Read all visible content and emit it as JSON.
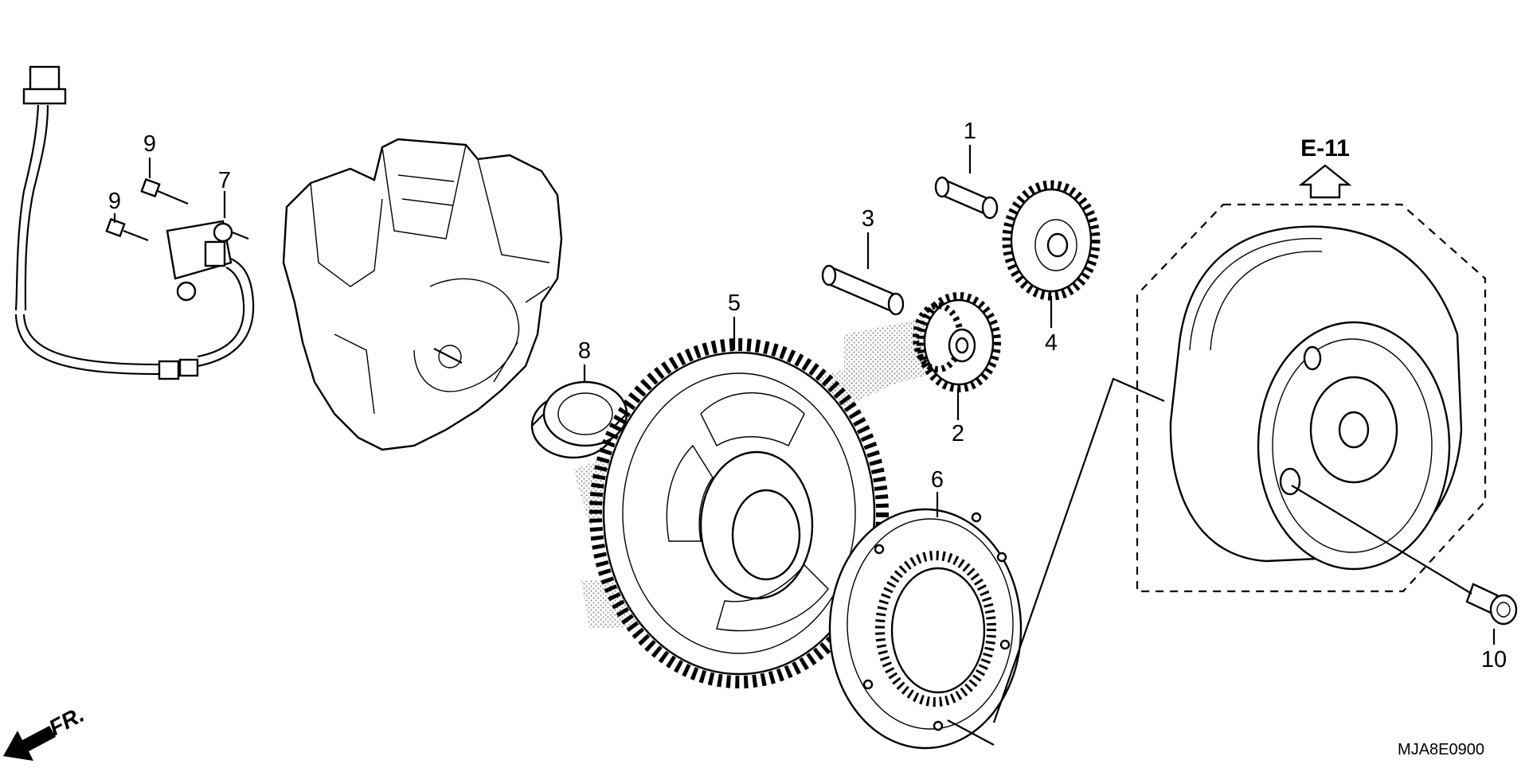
{
  "callouts": [
    {
      "id": "1",
      "label": "1"
    },
    {
      "id": "2",
      "label": "2"
    },
    {
      "id": "3",
      "label": "3"
    },
    {
      "id": "4",
      "label": "4"
    },
    {
      "id": "5",
      "label": "5"
    },
    {
      "id": "6",
      "label": "6"
    },
    {
      "id": "7",
      "label": "7"
    },
    {
      "id": "8",
      "label": "8"
    },
    {
      "id": "9a",
      "label": "9"
    },
    {
      "id": "9b",
      "label": "9"
    },
    {
      "id": "10",
      "label": "10"
    }
  ],
  "reference_label": "E-11",
  "front_label": "FR.",
  "diagram_code": "MJA8E0900",
  "colors": {
    "ink": "#000000",
    "paper": "#ffffff",
    "stipple": "#9a9a9a"
  }
}
